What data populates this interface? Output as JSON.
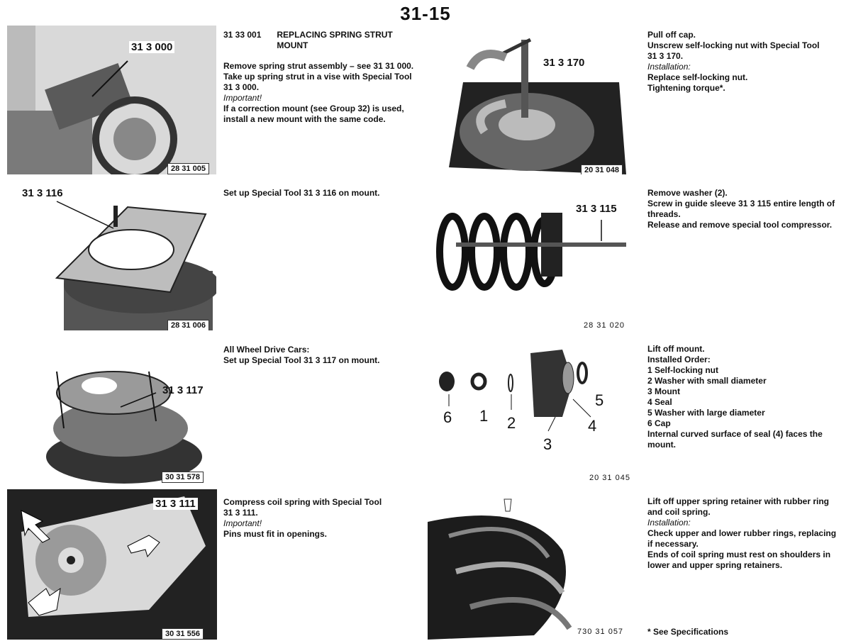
{
  "page_number": "31-15",
  "left_column": {
    "sections": [
      {
        "figure_code": "28 31 005",
        "callout": "31 3 000",
        "heading_code": "31 33 001",
        "heading_title_1": "REPLACING SPRING STRUT",
        "heading_title_2": "MOUNT",
        "lines": [
          "Remove spring strut assembly – see 31 31 000.",
          "Take up spring strut in a vise with Special Tool",
          "31 3 000."
        ],
        "italic": "Important!",
        "lines_after": [
          "If a correction mount (see Group 32) is used,",
          "install a new mount with the same code."
        ]
      },
      {
        "figure_code": "28 31 006",
        "callout": "31 3 116",
        "lines": [
          "Set up Special Tool 31 3 116 on mount."
        ]
      },
      {
        "figure_code": "30 31 578",
        "callout": "31 3 117",
        "lines": [
          "All Wheel Drive Cars:",
          "Set up Special Tool 31 3 117 on mount."
        ]
      },
      {
        "figure_code": "30 31 556",
        "callout": "31 3 111",
        "lines": [
          "Compress coil spring with Special Tool",
          "31 3 111."
        ],
        "italic": "Important!",
        "lines_after": [
          "Pins must fit in openings."
        ]
      }
    ]
  },
  "right_column": {
    "sections": [
      {
        "figure_code": "20 31 048",
        "callout": "31 3 170",
        "lines": [
          "Pull off cap.",
          "Unscrew self-locking nut with Special Tool",
          "31 3 170."
        ],
        "italic": "Installation:",
        "lines_after": [
          "Replace self-locking nut.",
          "Tightening torque*."
        ]
      },
      {
        "figure_code": "28 31 020",
        "callout": "31 3 115",
        "lines": [
          "Remove washer (2).",
          "Screw in guide sleeve 31 3 115 entire length of",
          "threads.",
          "Release and remove special tool compressor."
        ]
      },
      {
        "figure_code": "20 31 045",
        "part_numbers": [
          "6",
          "1",
          "2",
          "3",
          "4",
          "5"
        ],
        "lines": [
          "Lift off mount.",
          "Installed Order:",
          "1  Self-locking nut",
          "2  Washer with small diameter",
          "3  Mount",
          "4  Seal",
          "5  Washer with large diameter",
          "6  Cap",
          "Internal curved surface of seal (4) faces the",
          "mount."
        ]
      },
      {
        "figure_code": "730 31 057",
        "lines": [
          "Lift off upper spring retainer with rubber ring",
          "and coil spring."
        ],
        "italic": "Installation:",
        "lines_after": [
          "Check upper and lower rubber rings, replacing",
          "if necessary.",
          "Ends of coil spring must rest on shoulders in",
          "lower and upper spring retainers."
        ],
        "footnote": "* See Specifications"
      }
    ]
  }
}
